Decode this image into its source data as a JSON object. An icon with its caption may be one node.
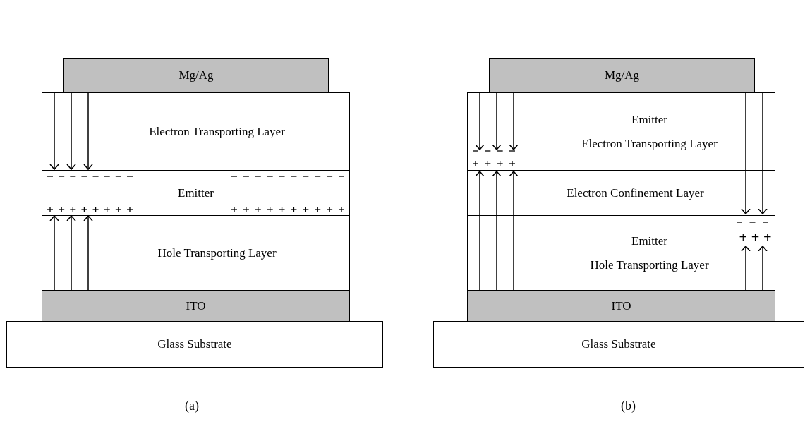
{
  "diagram": {
    "nodes": [
      {
        "text": [
          "Mg/Ag"
        ]
      },
      {
        "text": [
          "Electron Transporting Layer"
        ]
      },
      {
        "text": [
          "Emitter"
        ]
      },
      {
        "text": [
          "Hole Transporting  Layer"
        ]
      },
      {
        "text": [
          "ITO"
        ]
      },
      {
        "text": [
          "Glass Substrate"
        ]
      },
      {
        "text": [
          "Mg/Ag"
        ]
      },
      {
        "text": [
          "Emitter",
          "Electron Transporting Layer"
        ]
      },
      {
        "text": [
          "Electron Confinement Layer"
        ]
      },
      {
        "text": [
          "Emitter",
          "Hole Transporting  Layer"
        ]
      },
      {
        "text": [
          "ITO"
        ]
      },
      {
        "text": [
          "Glass Substrate"
        ]
      },
      {
        "text": [
          "+ + +"
        ],
        "in": 9
      }
    ],
    "edges": [
      {
        "from": 1,
        "to": 2,
        "arrow": "to"
      },
      {
        "from": 1,
        "to": 2,
        "arrow": "to"
      },
      {
        "from": 1,
        "to": 2,
        "arrow": "to"
      },
      {
        "from": 4,
        "to": 3,
        "arrow": "to"
      },
      {
        "from": 4,
        "to": 3,
        "arrow": "to"
      },
      {
        "from": 4,
        "to": 3,
        "arrow": "to"
      },
      {
        "from": null,
        "to": 7,
        "arrow": "to"
      },
      {
        "from": 6,
        "to": 7,
        "arrow": "to"
      },
      {
        "from": 6,
        "to": 7,
        "arrow": "to"
      },
      {
        "from": 9,
        "to": 8,
        "arrow": "to"
      },
      {
        "from": 9,
        "to": 8,
        "arrow": "to"
      },
      {
        "from": 9,
        "to": 8,
        "arrow": "to"
      },
      {
        "from": 7,
        "to": 8,
        "arrow": "to"
      },
      {
        "from": 7,
        "to": 8,
        "arrow": "to"
      },
      {
        "from": 10,
        "to": 12,
        "arrow": "to"
      },
      {
        "from": 10,
        "to": 12,
        "arrow": "to"
      }
    ],
    "labels": [
      "(a)",
      "(b)"
    ]
  }
}
